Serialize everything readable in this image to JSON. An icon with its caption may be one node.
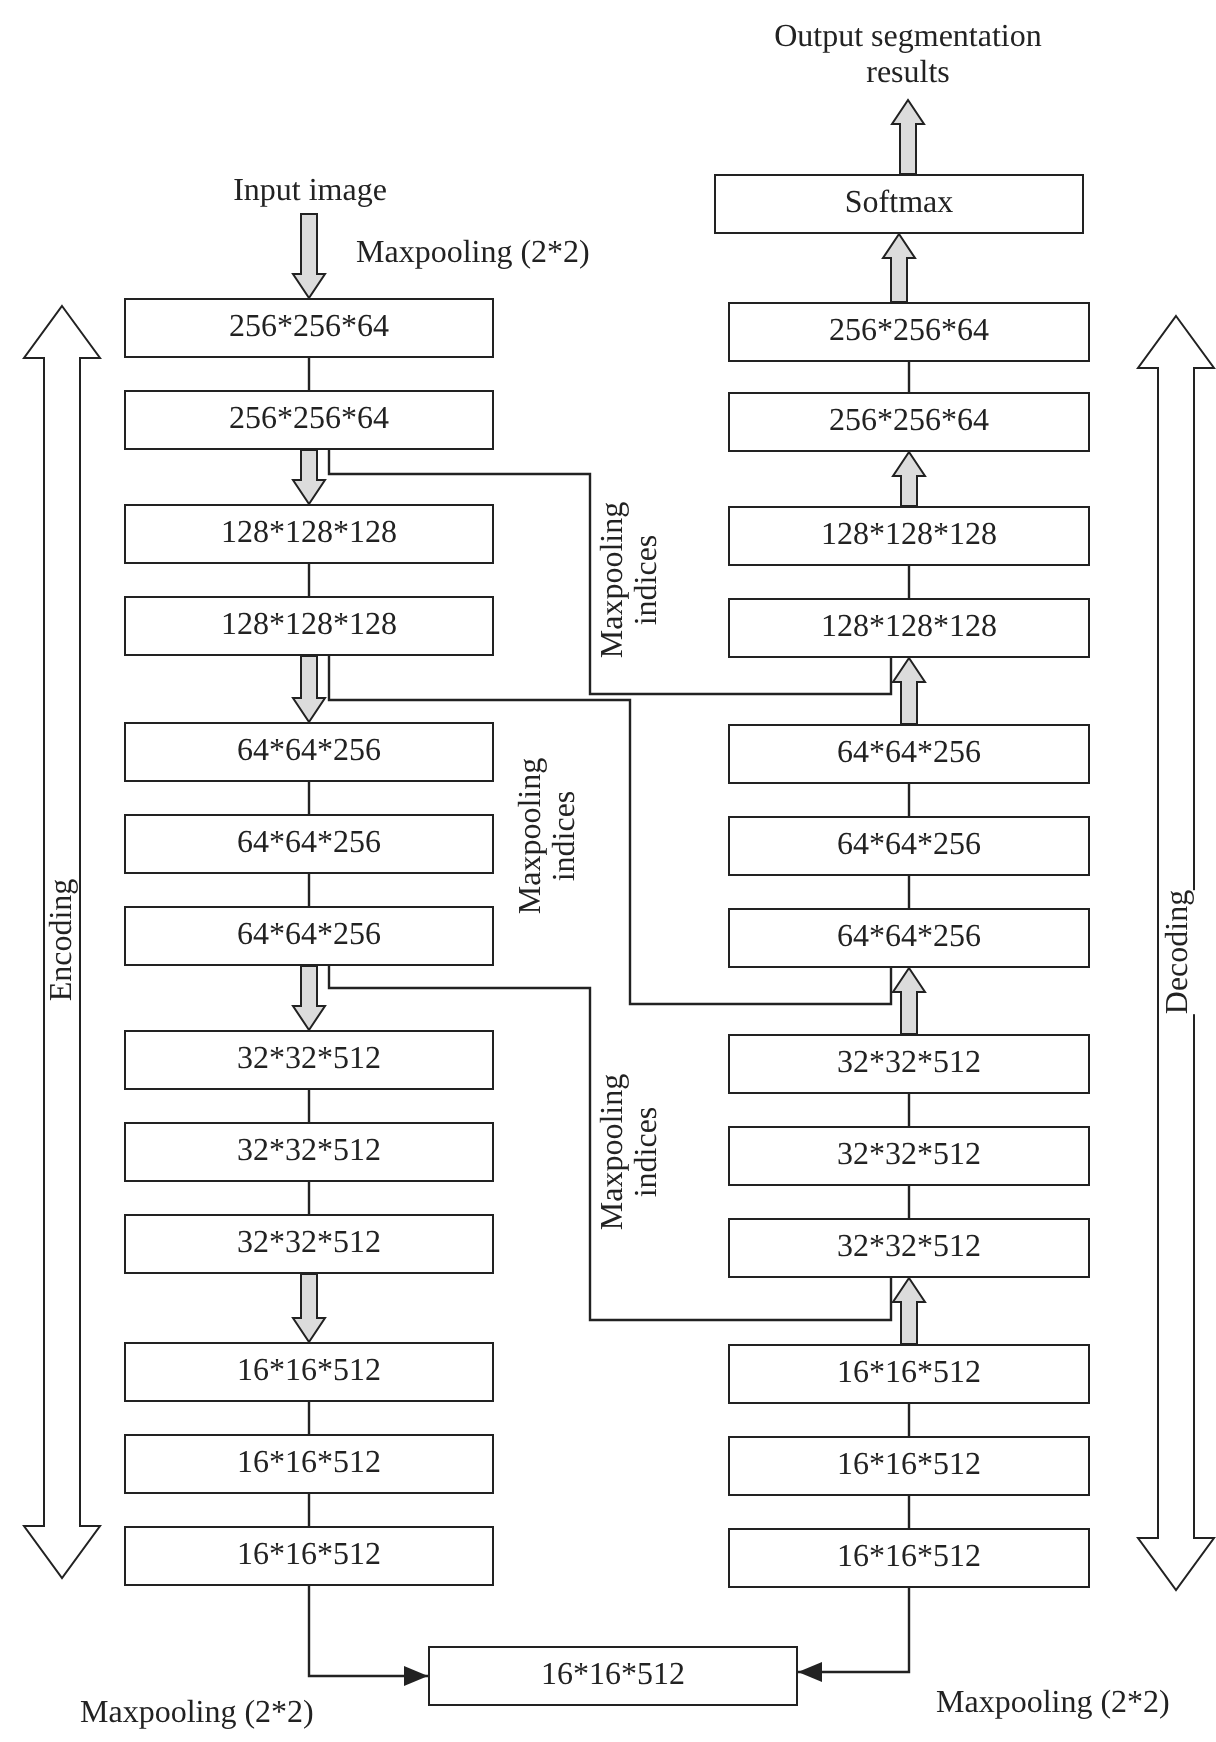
{
  "diagram": {
    "nodes": [
      {
        "text": [
          "Input image"
        ]
      },
      {
        "text": [
          "256*256*64"
        ]
      },
      {
        "text": [
          "256*256*64"
        ]
      },
      {
        "text": [
          "128*128*128"
        ]
      },
      {
        "text": [
          "128*128*128"
        ]
      },
      {
        "text": [
          "64*64*256"
        ]
      },
      {
        "text": [
          "64*64*256"
        ]
      },
      {
        "text": [
          "64*64*256"
        ]
      },
      {
        "text": [
          "32*32*512"
        ]
      },
      {
        "text": [
          "32*32*512"
        ]
      },
      {
        "text": [
          "32*32*512"
        ]
      },
      {
        "text": [
          "16*16*512"
        ]
      },
      {
        "text": [
          "16*16*512"
        ]
      },
      {
        "text": [
          "16*16*512"
        ]
      },
      {
        "text": [
          "16*16*512"
        ]
      },
      {
        "text": [
          "Output segmentation results"
        ]
      },
      {
        "text": [
          "Softmax"
        ]
      },
      {
        "text": [
          "256*256*64"
        ]
      },
      {
        "text": [
          "256*256*64"
        ]
      },
      {
        "text": [
          "128*128*128"
        ]
      },
      {
        "text": [
          "128*128*128"
        ]
      },
      {
        "text": [
          "64*64*256"
        ]
      },
      {
        "text": [
          "64*64*256"
        ]
      },
      {
        "text": [
          "64*64*256"
        ]
      },
      {
        "text": [
          "32*32*512"
        ]
      },
      {
        "text": [
          "32*32*512"
        ]
      },
      {
        "text": [
          "32*32*512"
        ]
      },
      {
        "text": [
          "16*16*512"
        ]
      },
      {
        "text": [
          "16*16*512"
        ]
      },
      {
        "text": [
          "16*16*512"
        ]
      }
    ],
    "edges": [
      {
        "from": 0,
        "to": 1,
        "arrow": "to",
        "style": "thick"
      },
      {
        "from": 1,
        "to": 2,
        "arrow": "none"
      },
      {
        "from": 2,
        "to": 3,
        "arrow": "to",
        "style": "thick"
      },
      {
        "from": 3,
        "to": 4,
        "arrow": "none"
      },
      {
        "from": 4,
        "to": 5,
        "arrow": "to",
        "style": "thick"
      },
      {
        "from": 5,
        "to": 6,
        "arrow": "none"
      },
      {
        "from": 6,
        "to": 7,
        "arrow": "none"
      },
      {
        "from": 7,
        "to": 8,
        "arrow": "to",
        "style": "thick"
      },
      {
        "from": 8,
        "to": 9,
        "arrow": "none"
      },
      {
        "from": 9,
        "to": 10,
        "arrow": "none"
      },
      {
        "from": 10,
        "to": 11,
        "arrow": "to",
        "style": "thick"
      },
      {
        "from": 11,
        "to": 12,
        "arrow": "none"
      },
      {
        "from": 12,
        "to": 13,
        "arrow": "none"
      },
      {
        "from": 13,
        "to": 14,
        "arrow": "to"
      },
      {
        "from": 29,
        "to": 14,
        "arrow": "to"
      },
      {
        "from": 17,
        "to": 16,
        "arrow": "to",
        "style": "thick"
      },
      {
        "from": 16,
        "to": 15,
        "arrow": "to",
        "style": "thick"
      },
      {
        "from": 17,
        "to": 18,
        "arrow": "none"
      },
      {
        "from": 19,
        "to": 18,
        "arrow": "to",
        "style": "thick"
      },
      {
        "from": 19,
        "to": 20,
        "arrow": "none"
      },
      {
        "from": 21,
        "to": 20,
        "arrow": "to",
        "style": "thick"
      },
      {
        "from": 21,
        "to": 22,
        "arrow": "none"
      },
      {
        "from": 22,
        "to": 23,
        "arrow": "none"
      },
      {
        "from": 24,
        "to": 23,
        "arrow": "to",
        "style": "thick"
      },
      {
        "from": 24,
        "to": 25,
        "arrow": "none"
      },
      {
        "from": 25,
        "to": 26,
        "arrow": "none"
      },
      {
        "from": 27,
        "to": 26,
        "arrow": "to",
        "style": "thick"
      },
      {
        "from": 27,
        "to": 28,
        "arrow": "none"
      },
      {
        "from": 28,
        "to": 29,
        "arrow": "none"
      },
      {
        "from": 2,
        "to": 20,
        "arrow": "none",
        "label": "Maxpooling indices"
      },
      {
        "from": 4,
        "to": 23,
        "arrow": "none",
        "label": "Maxpooling indices"
      },
      {
        "from": 7,
        "to": 26,
        "arrow": "none",
        "label": "Maxpooling indices"
      }
    ],
    "labels": [
      "Maxpooling (2*2)",
      "Encoding",
      "Decoding",
      "Maxpooling (2*2)",
      "Maxpooling (2*2)"
    ]
  }
}
